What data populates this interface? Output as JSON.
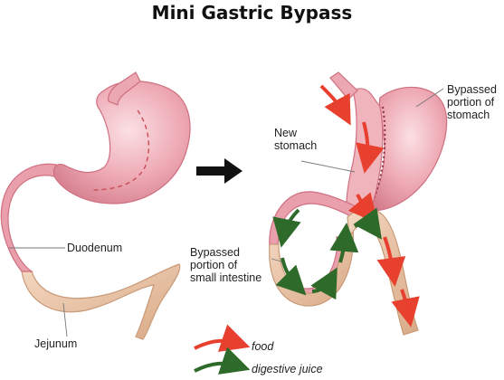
{
  "title": "Mini Gastric Bypass",
  "labels": {
    "duodenum": "Duodenum",
    "jejunum": "Jejunum",
    "new_stomach_1": "New",
    "new_stomach_2": "stomach",
    "bypassed_stomach_1": "Bypassed",
    "bypassed_stomach_2": "portion of",
    "bypassed_stomach_3": "stomach",
    "bypassed_intestine_1": "Bypassed",
    "bypassed_intestine_2": "portion of",
    "bypassed_intestine_3": "small intestine"
  },
  "legend": {
    "food": "food",
    "digestive_juice": "digestive juice"
  },
  "colors": {
    "stomach": "#e9a0ac",
    "stomach_dark": "#cf6f80",
    "intestine": "#e9c2a3",
    "intestine_dark": "#c99a78",
    "food_arrow": "#e8402e",
    "juice_arrow": "#2e6b2a",
    "staple_line": "#8a3040"
  },
  "icons": {
    "transition_arrow": "right-arrow-icon"
  }
}
